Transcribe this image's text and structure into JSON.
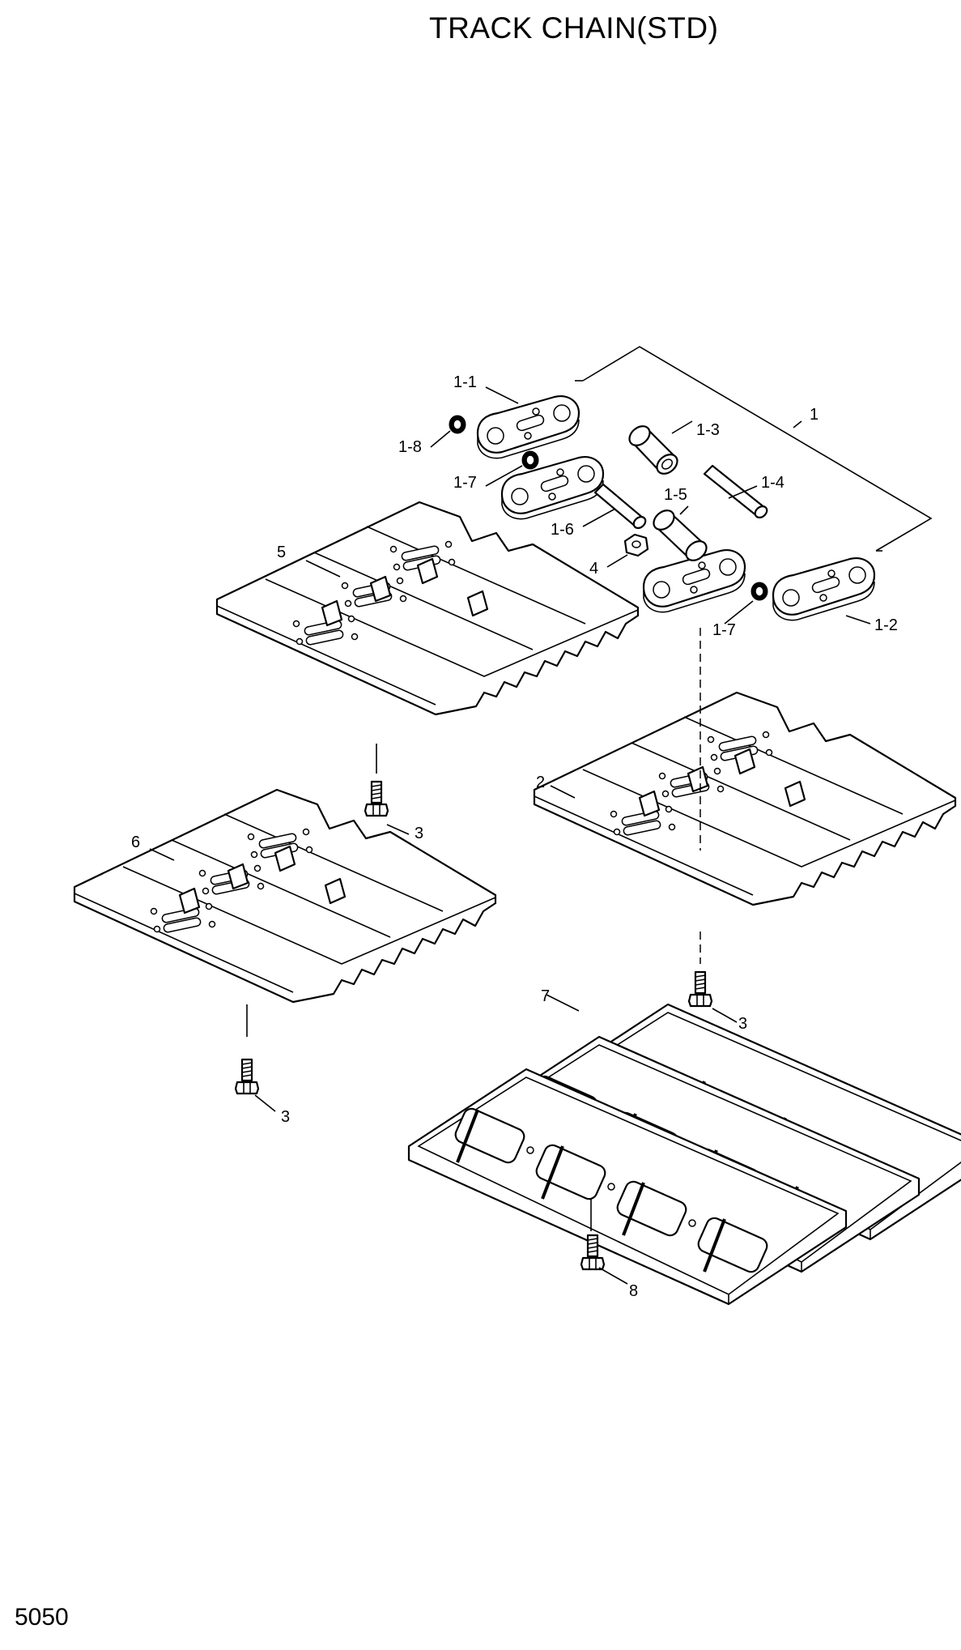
{
  "title": "TRACK CHAIN(STD)",
  "page_number": "5050",
  "labels": {
    "l1": "1",
    "l1_1": "1-1",
    "l1_2": "1-2",
    "l1_3": "1-3",
    "l1_4": "1-4",
    "l1_5": "1-5",
    "l1_6": "1-6",
    "l1_7a": "1-7",
    "l1_7b": "1-7",
    "l1_8": "1-8",
    "l2": "2",
    "l3a": "3",
    "l3b": "3",
    "l3c": "3",
    "l4": "4",
    "l5": "5",
    "l6": "6",
    "l7": "7",
    "l8": "8"
  }
}
